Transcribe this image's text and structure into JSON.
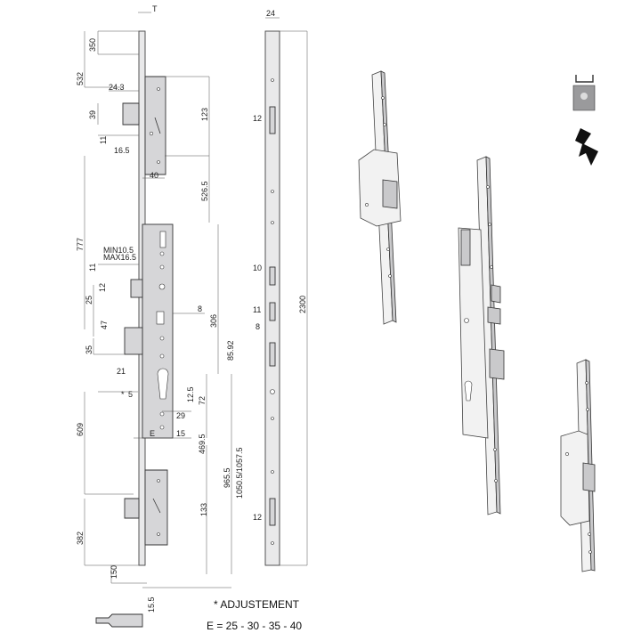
{
  "dimensions": {
    "front": [
      "T",
      "350",
      "532",
      "24.3",
      "39",
      "123",
      "11",
      "16.5",
      "40",
      "526.5",
      "777",
      "MIN10.5",
      "MAX16.5",
      "11",
      "12",
      "25",
      "47",
      "8",
      "306",
      "35",
      "21",
      "12.5",
      "72",
      "29",
      "85.92",
      "E",
      "15",
      "469.5",
      "609",
      "1050.5/1057.5",
      "965.5",
      "133",
      "382",
      "150",
      "15.5"
    ],
    "side": [
      "24",
      "12",
      "10",
      "11",
      "8",
      "2300",
      "12"
    ],
    "adjustment_mark": "5"
  },
  "notes": {
    "adjustment": "* ADJUSTEMENT",
    "e_values": "E = 25 - 30 - 35 - 40"
  },
  "colors": {
    "line": "#333333",
    "plate": "#e9e9ea",
    "hardware": "#d6d6d8",
    "background": "#ffffff"
  },
  "icons": [
    "door-key-symbol-icon",
    "lightning-bolt-icon"
  ]
}
